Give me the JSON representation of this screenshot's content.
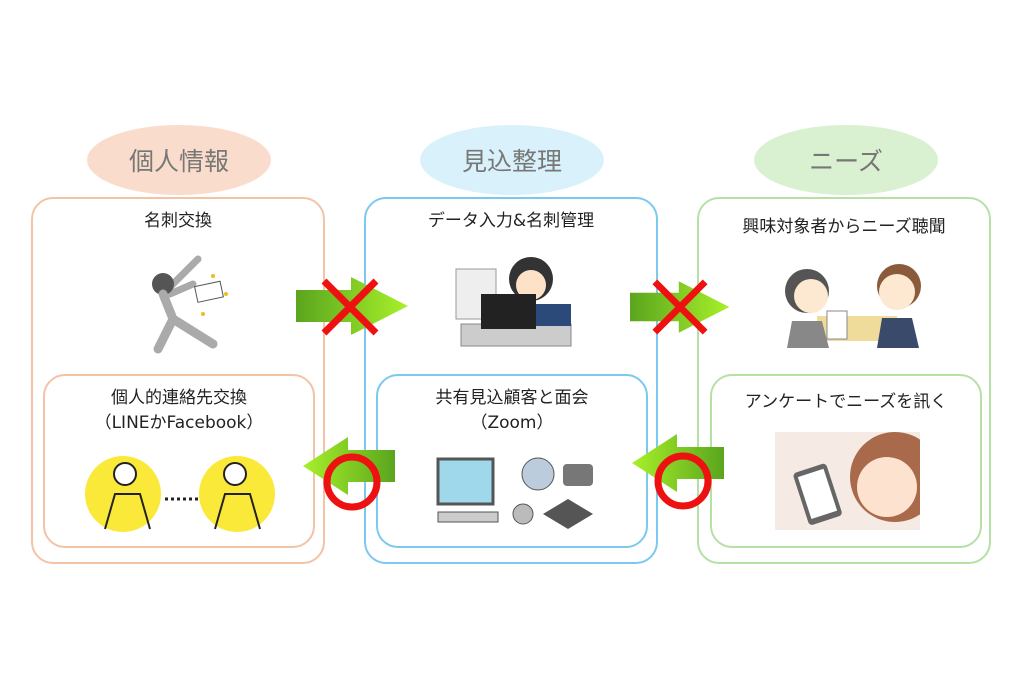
{
  "columns": [
    {
      "header": "個人情報",
      "top_title": "名刺交換",
      "bottom_title_1": "個人的連絡先交換",
      "bottom_title_2": "（LINEかFacebook）"
    },
    {
      "header": "見込整理",
      "top_title": "データ入力&名刺管理",
      "bottom_title_1": "共有見込顧客と面会",
      "bottom_title_2": "（Zoom）"
    },
    {
      "header": "ニーズ",
      "top_title": "興味対象者からニーズ聴聞",
      "bottom_title_1": "アンケートでニーズを訊く",
      "bottom_title_2": ""
    }
  ],
  "colors": {
    "personal_fill": "#f9dccb",
    "personal_border": "#f3c3a6",
    "prospect_fill": "#d9f1fb",
    "prospect_border": "#7cc9ef",
    "needs_fill": "#d9f1d1",
    "needs_border": "#b5e0a6",
    "arrow_green": "#8fd42a",
    "mark_red": "#ee1111"
  },
  "marks": {
    "top_flow": "cross-icon",
    "bottom_flow": "circle-icon"
  }
}
